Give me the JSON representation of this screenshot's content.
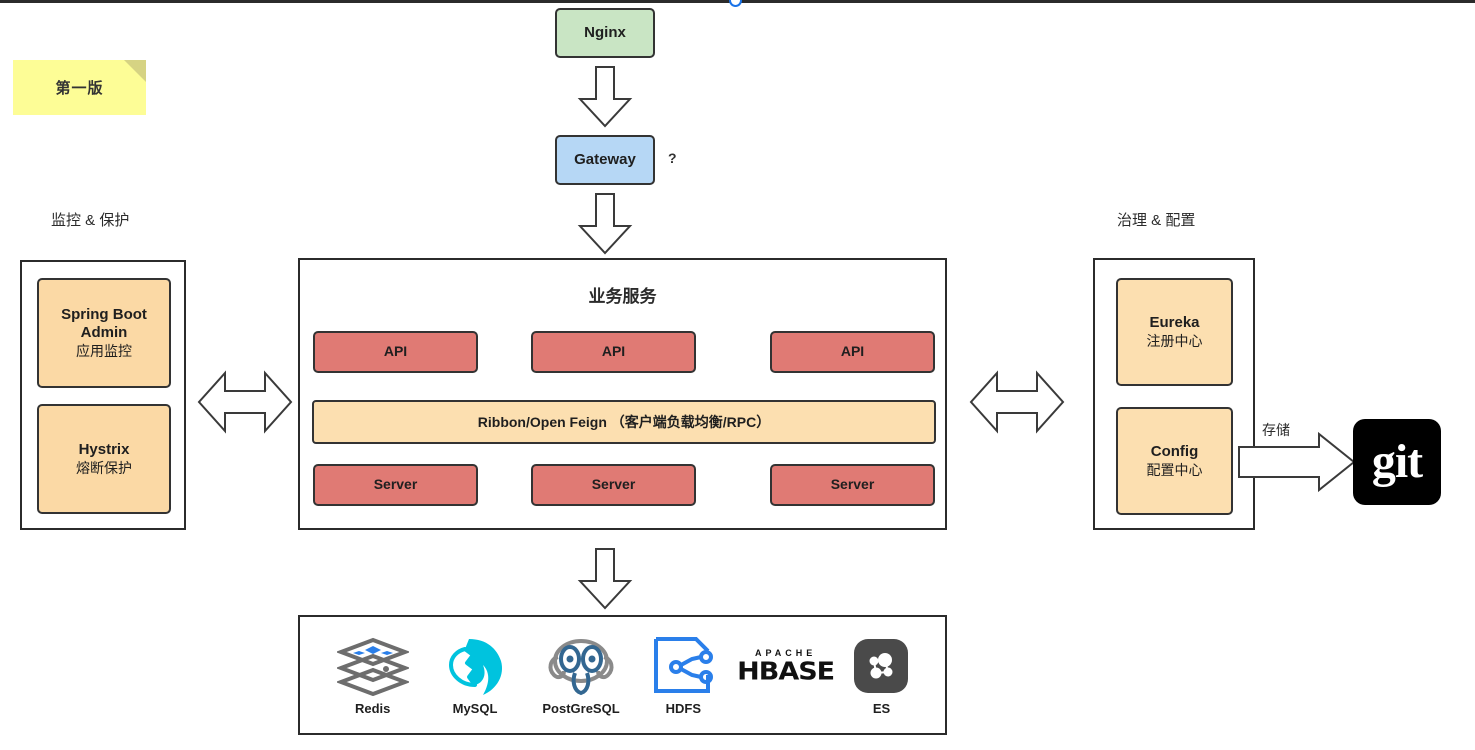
{
  "note": {
    "label": "第一版"
  },
  "top_nodes": {
    "nginx": "Nginx",
    "gateway": "Gateway",
    "question_mark": "?"
  },
  "left_section": {
    "caption": "监控 & 保护",
    "items": [
      {
        "name": "Spring Boot Admin",
        "sub": "应用监控"
      },
      {
        "name": "Hystrix",
        "sub": "熔断保护"
      }
    ]
  },
  "center_section": {
    "title": "业务服务",
    "apis": [
      "API",
      "API",
      "API"
    ],
    "middleware": "Ribbon/Open Feign （客户端负载均衡/RPC）",
    "servers": [
      "Server",
      "Server",
      "Server"
    ]
  },
  "right_section": {
    "caption": "治理 & 配置",
    "items": [
      {
        "name": "Eureka",
        "sub": "注册中心"
      },
      {
        "name": "Config",
        "sub": "配置中心"
      }
    ],
    "store_label": "存储",
    "git_label": "git"
  },
  "datastores": [
    {
      "label": "Redis",
      "icon": "redis-icon"
    },
    {
      "label": "MySQL",
      "icon": "mysql-dolphin-icon"
    },
    {
      "label": "PostGreSQL",
      "icon": "postgresql-elephant-icon"
    },
    {
      "label": "HDFS",
      "icon": "hdfs-icon"
    },
    {
      "label": "",
      "icon": "hbase-wordmark-icon",
      "wordmark_top": "APACHE",
      "wordmark_main": "HBASE"
    },
    {
      "label": "ES",
      "icon": "elasticsearch-icon"
    }
  ],
  "colors": {
    "nginx_fill": "#c9e5c4",
    "gateway_fill": "#b6d7f5",
    "node_orange": "#fbd9a5",
    "node_red": "#e07a74",
    "ribbon_fill": "#fcdfb0",
    "note_fill": "#fdfd96",
    "stroke": "#2b2b2b",
    "mysql_cyan": "#00c3de",
    "hdfs_blue": "#2a7fea",
    "postgres_blue": "#336791",
    "es_tile": "#4a4a4a"
  }
}
